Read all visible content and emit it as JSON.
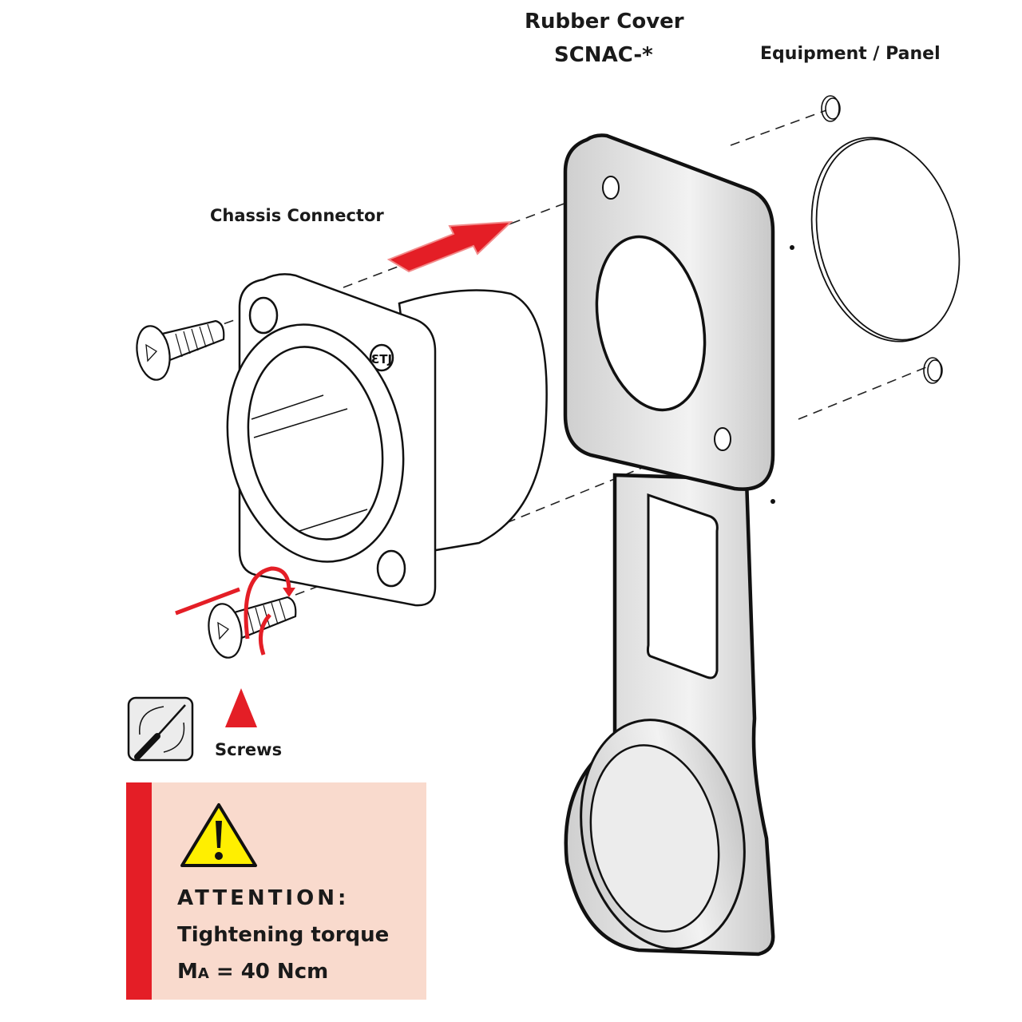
{
  "labels": {
    "rubber_cover_line1": "Rubber Cover",
    "rubber_cover_line2": "SCNAC-*",
    "equipment_panel": "Equipment / Panel",
    "chassis_connector": "Chassis Connector",
    "screws": "Screws"
  },
  "attention": {
    "title": "ATTENTION:",
    "line1": "Tightening torque",
    "line2_prefix": "M",
    "line2_sub": "A",
    "line2_suffix": " = 40 Ncm",
    "icon": "warning-triangle-icon"
  },
  "icons": {
    "screwdriver": "screwdriver-rotate-icon",
    "screws_marker": "red-triangle-icon",
    "insert_arrow": "red-arrow-icon",
    "rotation": "rotation-arrow-icon"
  },
  "colors": {
    "accent_red": "#e41e26",
    "attention_bg": "#f9dacd",
    "warning_yellow": "#ffef00",
    "cover_gray": "#d6d6d6"
  }
}
